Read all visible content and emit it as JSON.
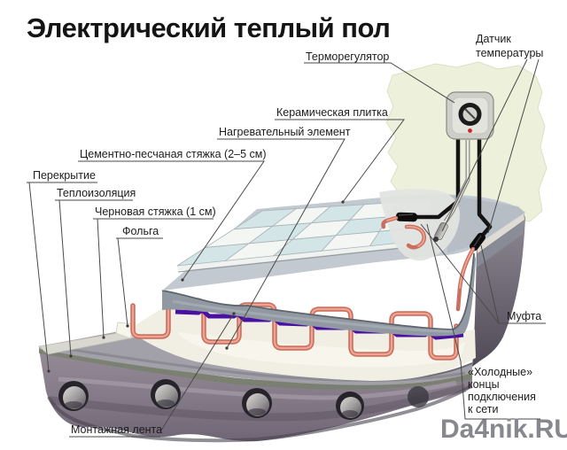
{
  "title": "Электрический теплый пол",
  "watermark": "Da4nik.RU",
  "labels": {
    "thermostat": "Терморегулятор",
    "sensor": [
      "Датчик",
      "температуры"
    ],
    "ceramic_tile": "Керамическая плитка",
    "heating_element": "Нагревательный элемент",
    "cement_screed": "Цементно-песчаная стяжка (2–5 см)",
    "slab": "Перекрытие",
    "insulation": "Теплоизоляция",
    "rough_screed": "Черновая стяжка (1 см)",
    "foil": "Фольга",
    "coupling": "Муфта",
    "cold_ends": [
      "«Холодные»",
      "концы",
      "подключения",
      "к сети"
    ],
    "mounting_tape": "Монтажная лента"
  },
  "colors": {
    "heating_cable": "#e0836f",
    "mounting_tape": "#4811a2",
    "wall": "#edf0da",
    "tile_blue": "#d3e5e7",
    "tile_white": "#f3f6f3",
    "screed_surface": "#c3c9d0",
    "foil_layer": "#f1efe3",
    "slab_dark": "#7b7280",
    "watermark_gray": "#87878f",
    "wire_black": "#141414"
  }
}
